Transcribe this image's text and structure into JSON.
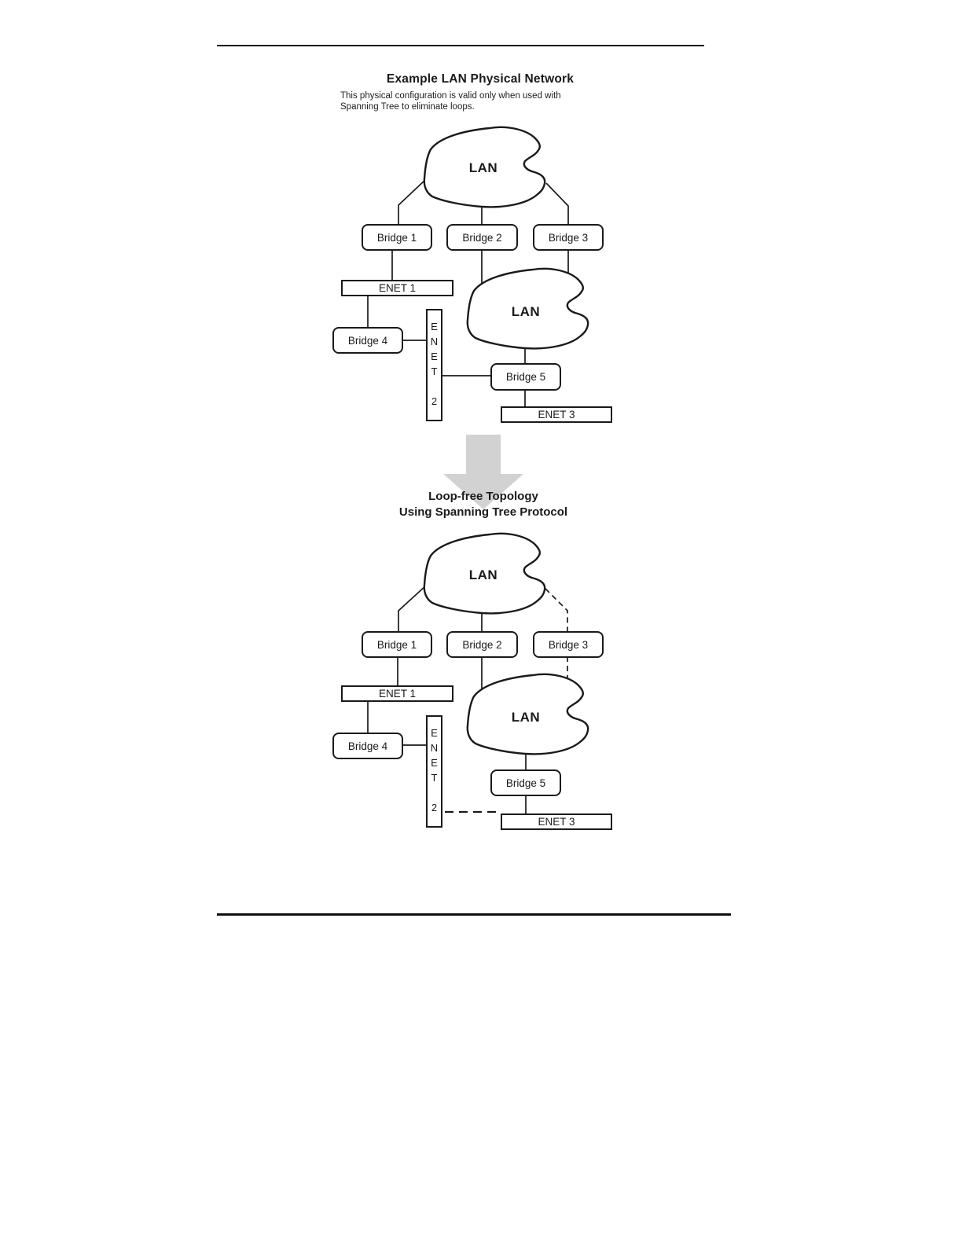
{
  "colors": {
    "ink": "#1a1a1a",
    "arrow_gray": "#d2d2d2",
    "node_fill": "#ffffff",
    "page_background": "#ffffff"
  },
  "physical_diagram": {
    "title": "Example LAN Physical Network",
    "subtitle_line1": "This physical configuration is valid only when used with",
    "subtitle_line2": "Spanning Tree to eliminate loops.",
    "nodes": {
      "lan_top": "LAN",
      "lan_mid": "LAN",
      "bridge1": "Bridge 1",
      "bridge2": "Bridge 2",
      "bridge3": "Bridge 3",
      "bridge4": "Bridge 4",
      "bridge5": "Bridge 5",
      "enet1": "ENET 1",
      "enet2": "ENET 2",
      "enet3": "ENET 3"
    }
  },
  "transition": {
    "arrow_icon": "down-arrow"
  },
  "loopfree_diagram": {
    "title_line1": "Loop-free Topology",
    "title_line2": "Using Spanning Tree Protocol",
    "nodes": {
      "lan_top": "LAN",
      "lan_mid": "LAN",
      "bridge1": "Bridge 1",
      "bridge2": "Bridge 2",
      "bridge3": "Bridge 3",
      "bridge4": "Bridge 4",
      "bridge5": "Bridge 5",
      "enet1": "ENET 1",
      "enet2": "ENET 2",
      "enet3": "ENET 3"
    }
  }
}
